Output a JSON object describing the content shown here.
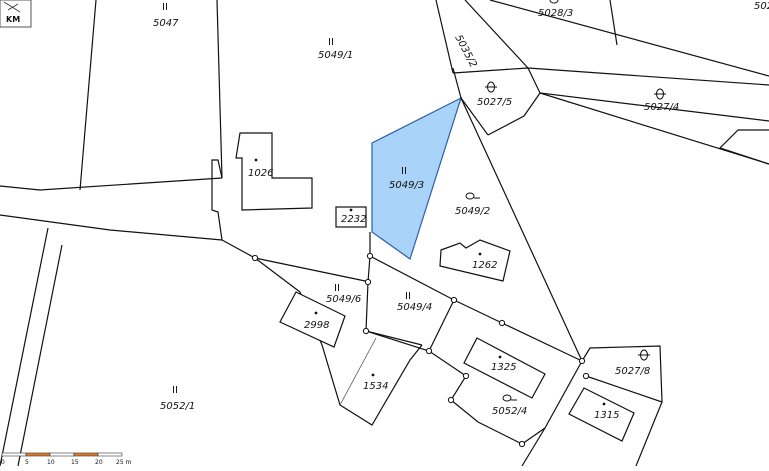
{
  "map": {
    "highlight_color": "#a9d3f8",
    "highlight_stroke": "#2b5fa8",
    "parcels": {
      "p5047": "5047",
      "p5049_1": "5049/1",
      "p5049_3": "5049/3",
      "p5049_2": "5049/2",
      "p5049_4": "5049/4",
      "p5049_6": "5049/6",
      "p5052_1": "5052/1",
      "p5052_4": "5052/4",
      "p5027_5": "5027/5",
      "p5027_4": "5027/4",
      "p5027_8": "5027/8",
      "p5028_3": "5028/3",
      "p5035_2": "5035/2",
      "p502x": "502"
    },
    "buildings": {
      "b1026": "1026",
      "b2232": "2232",
      "b1262": "1262",
      "b2998": "2998",
      "b1325": "1325",
      "b1534": "1534",
      "b1315": "1315"
    },
    "land_use_symbol": "II",
    "km_label": "KM",
    "scale_labels": [
      "0",
      "5",
      "10",
      "15",
      "20",
      "25 m"
    ]
  }
}
